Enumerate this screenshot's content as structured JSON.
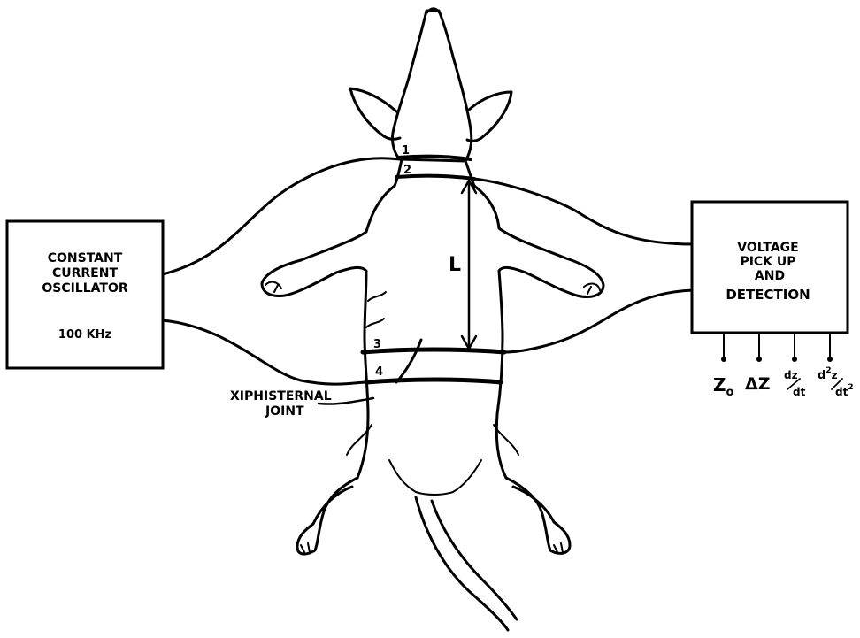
{
  "oscillator": {
    "line1": "CONSTANT",
    "line2": "CURRENT",
    "line3": "OSCILLATOR",
    "frequency": "100 KHz"
  },
  "detector": {
    "line1": "VOLTAGE",
    "line2": "PICK UP",
    "line3": "AND",
    "line4": "DETECTION"
  },
  "outputs": {
    "z0_main": "Z",
    "z0_sub": "o",
    "dz_main": "ΔZ",
    "dzdt_num": "dz",
    "dzdt_den": "dt",
    "d2_num": "d",
    "d2_sup": "2",
    "d2_z": "z",
    "d2_den": "dt",
    "d2_den_sup": "2"
  },
  "electrodes": {
    "e1": "1",
    "e2": "2",
    "e3": "3",
    "e4": "4"
  },
  "distance_label": "L",
  "landmark": {
    "line1": "XIPHISTERNAL",
    "line2": "JOINT"
  }
}
